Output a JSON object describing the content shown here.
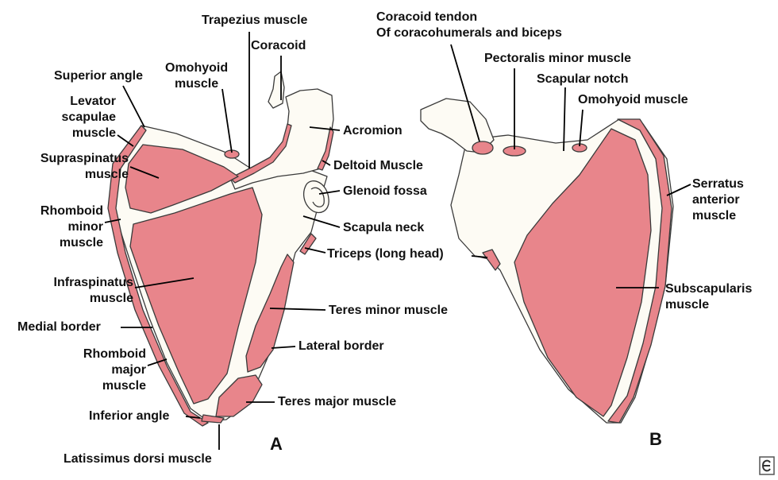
{
  "colors": {
    "muscle": "#e8858b",
    "muscle_dark": "#c9555e",
    "bone": "#fdfbf4",
    "outline": "#3a3a3a"
  },
  "panels": {
    "a": "A",
    "b": "B"
  },
  "labels_a": {
    "trapezius": "Trapezius muscle",
    "coracoid": "Coracoid",
    "omohyoid": "Omohyoid\nmuscle",
    "superior_angle": "Superior angle",
    "levator": "Levator\nscapulae\nmuscle",
    "supraspinatus": "Supraspinatus\nmuscle",
    "acromion": "Acromion",
    "deltoid": "Deltoid Muscle",
    "glenoid": "Glenoid fossa",
    "rhomboid_minor": "Rhomboid\nminor\nmuscle",
    "scapula_neck": "Scapula neck",
    "triceps": "Triceps (long head)",
    "infraspinatus": "Infraspinatus\nmuscle",
    "teres_minor": "Teres minor muscle",
    "medial_border": "Medial border",
    "lateral_border": "Lateral border",
    "rhomboid_major": "Rhomboid\nmajor\nmuscle",
    "teres_major": "Teres major muscle",
    "inferior_angle": "Inferior angle",
    "latissimus": "Latissimus dorsi muscle"
  },
  "labels_b": {
    "coracoid_tendon": "Coracoid tendon\nOf coracohumerals and biceps",
    "pectoralis_minor": "Pectoralis minor muscle",
    "scapular_notch": "Scapular notch",
    "omohyoid": "Omohyoid muscle",
    "serratus": "Serratus\nanterior\nmuscle",
    "subscapularis": "Subscapularis\nmuscle"
  },
  "watermark_icon": "e-logo-icon"
}
